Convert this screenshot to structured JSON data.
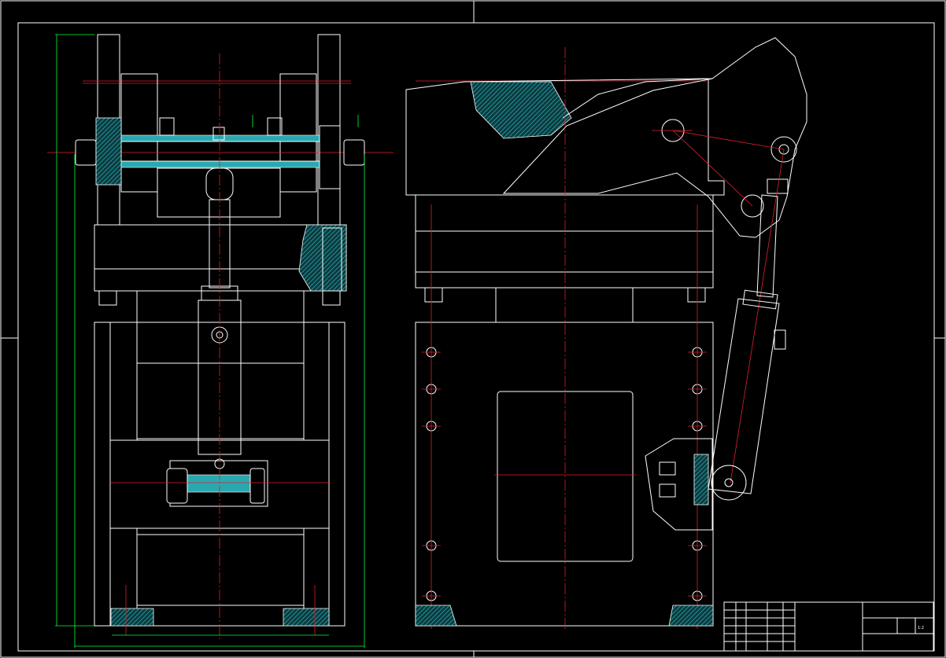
{
  "drawing": {
    "background": "#000000",
    "colors": {
      "outline": "#ffffff",
      "centerline": "#e0202a",
      "dimension": "#00ff3c",
      "section": "#2aa8b0"
    },
    "views": [
      "front-elevation",
      "side-elevation"
    ],
    "title_block": {
      "cells": [
        "",
        "",
        "",
        "",
        "",
        "",
        "1:2"
      ]
    }
  }
}
